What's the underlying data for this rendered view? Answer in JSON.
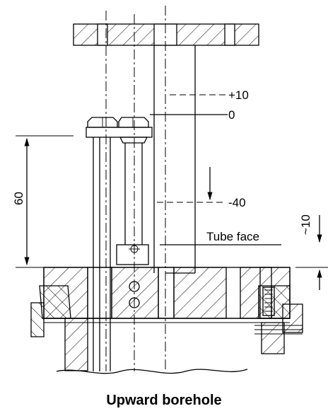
{
  "labels": {
    "plus10": "+10",
    "zero": "0",
    "minus40": "-40",
    "sixty": "60",
    "approx10": "~10",
    "tube_face": "Tube face"
  },
  "caption": "Upward borehole"
}
